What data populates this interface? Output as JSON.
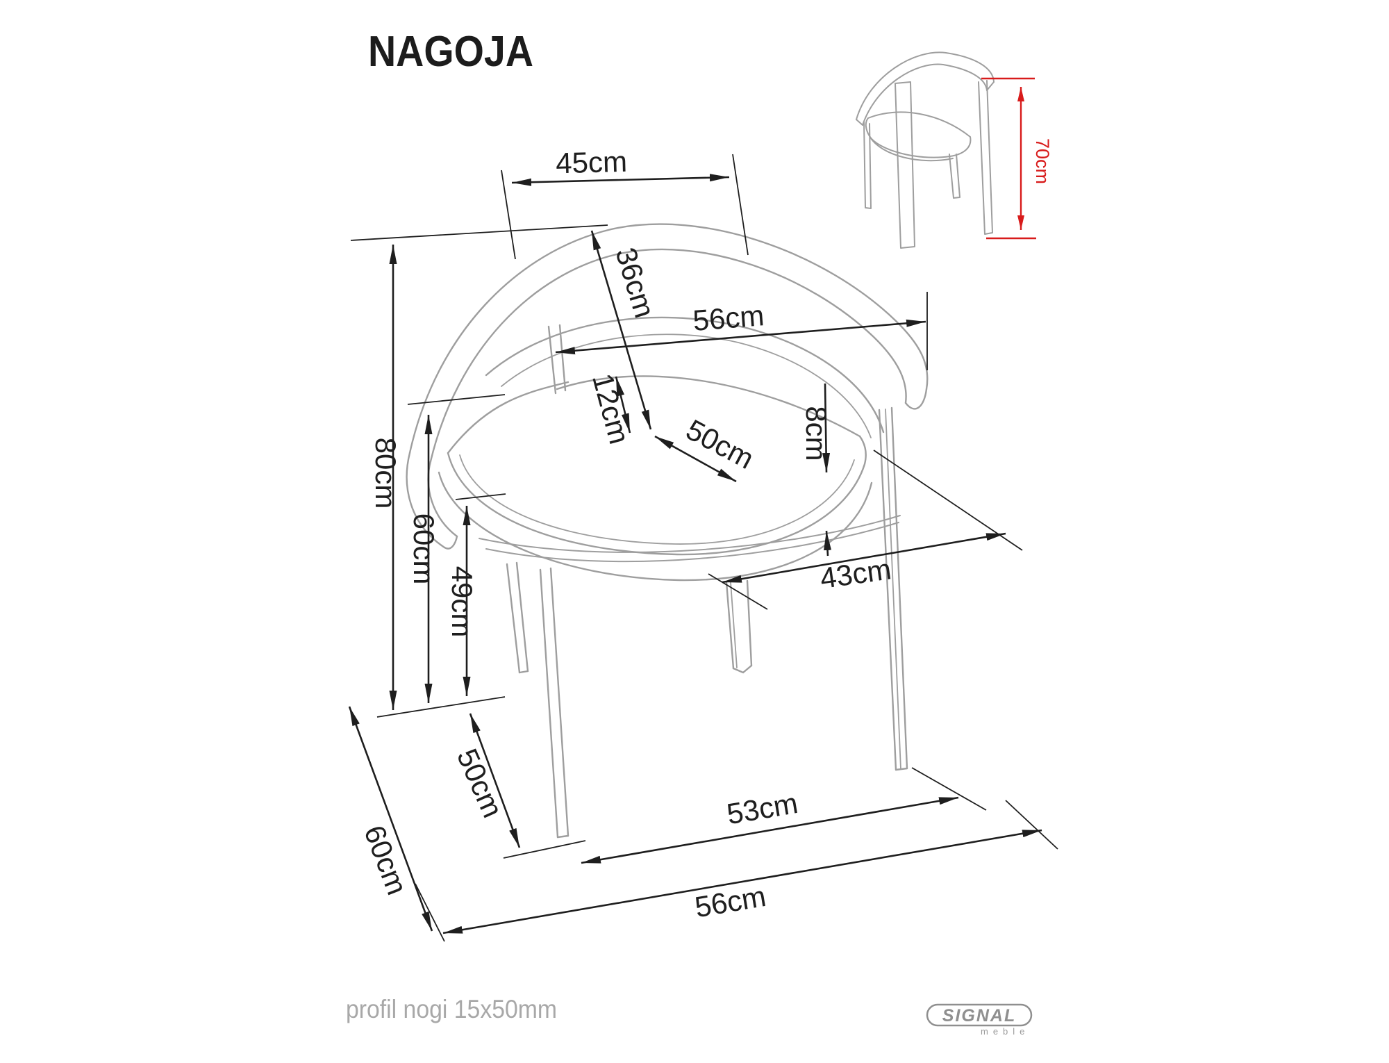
{
  "title": "NAGOJA",
  "footer": {
    "note": "profil nogi 15x50mm"
  },
  "logo": {
    "brand": "SIGNAL",
    "sub": "meble"
  },
  "colors": {
    "dimension_line": "#1e1e1e",
    "chair_line": "#9e9e9e",
    "accent_red": "#d81b1b",
    "muted_text": "#a8a8a8",
    "logo_gray": "#8f8f8f"
  },
  "dimensions": {
    "back_top_width": "45cm",
    "backrest_diagonal": "36cm",
    "seat_top_width": "56cm",
    "cushion_back_gap": "12cm",
    "seat_diagonal": "50cm",
    "cushion_thickness": "8cm",
    "total_height": "80cm",
    "backrest_side_height": "60cm",
    "seat_height": "49cm",
    "total_depth": "60cm",
    "leg_span_side": "50cm",
    "seat_depth_projection": "43cm",
    "front_leg_span": "53cm",
    "total_front_width": "56cm",
    "thumbnail_height": "70cm"
  }
}
